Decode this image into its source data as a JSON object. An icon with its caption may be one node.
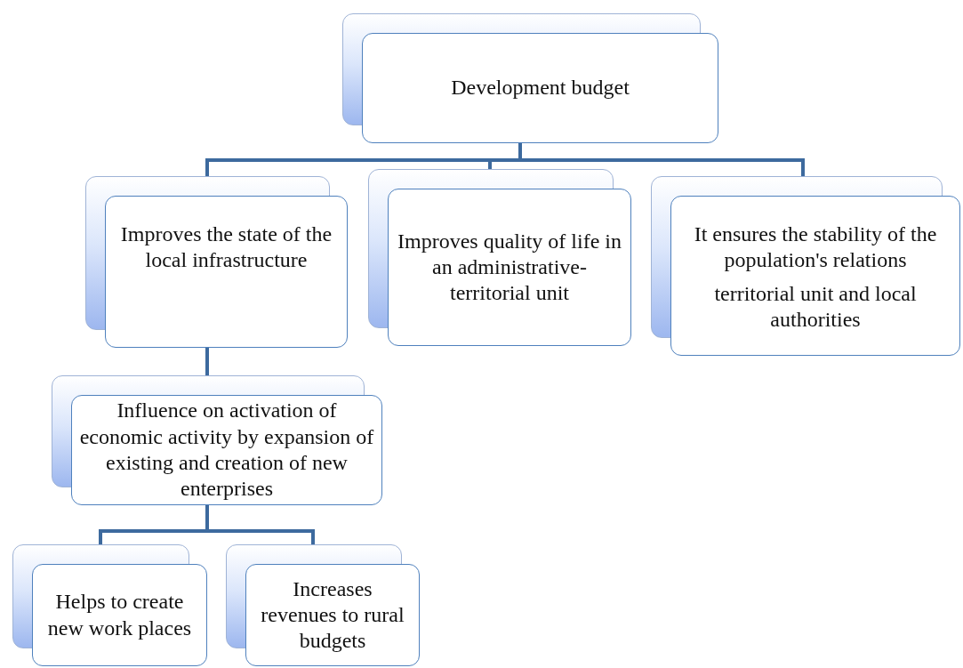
{
  "diagram": {
    "nodes": [
      {
        "text": [
          "Development budget"
        ]
      },
      {
        "text": [
          "Improves the state of the local infrastructure"
        ]
      },
      {
        "text": [
          "Improves quality of life in an administrative-territorial unit"
        ]
      },
      {
        "text": [
          "It ensures the stability of the population's relations",
          "territorial unit and local authorities"
        ]
      },
      {
        "text": [
          "Influence on activation of economic activity by expansion of existing and creation of new enterprises"
        ]
      },
      {
        "text": [
          "Helps to create new work places"
        ]
      },
      {
        "text": [
          "Increases revenues to rural budgets"
        ]
      }
    ],
    "edges": [
      {
        "from": 0,
        "to": 1,
        "arrow": "none"
      },
      {
        "from": 0,
        "to": 2,
        "arrow": "none"
      },
      {
        "from": 0,
        "to": 3,
        "arrow": "none"
      },
      {
        "from": 1,
        "to": 4,
        "arrow": "none"
      },
      {
        "from": 4,
        "to": 5,
        "arrow": "none"
      },
      {
        "from": 4,
        "to": 6,
        "arrow": "none"
      }
    ]
  }
}
